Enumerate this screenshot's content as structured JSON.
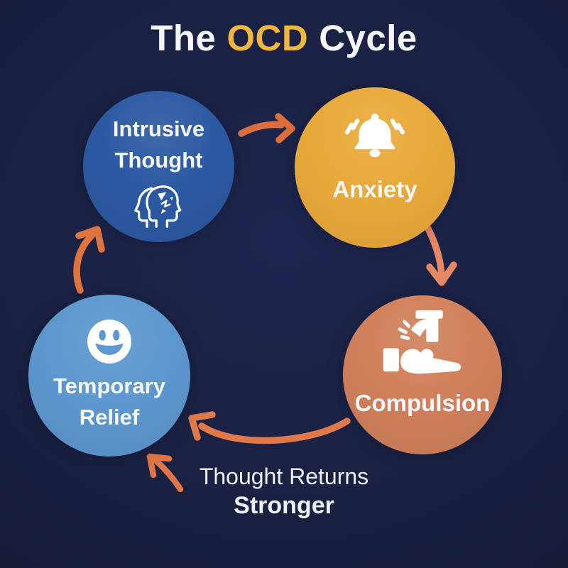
{
  "title": {
    "prefix": "The",
    "highlight": "OCD",
    "suffix": "Cycle"
  },
  "colors": {
    "background": "#1a2142",
    "title_text": "#f4f6fa",
    "title_highlight": "#f1b73d",
    "node_text": "#f5f7fb",
    "annotation_text": "#eef1f7"
  },
  "nodes": [
    {
      "id": "intrusive-thought",
      "line1": "Intrusive",
      "line2": "Thought",
      "icon": "two-heads-intrusive-thought-icon",
      "color": "#2b59a2"
    },
    {
      "id": "anxiety",
      "label": "Anxiety",
      "icon": "ringing-bell-icon",
      "color": "#e9a93a"
    },
    {
      "id": "compulsion",
      "label": "Compulsion",
      "icon": "hand-washing-icon",
      "color": "#d0805a"
    },
    {
      "id": "temporary-relief",
      "line1": "Temporary",
      "line2": "Relief",
      "icon": "smiley-face-icon",
      "color": "#5c97ce"
    }
  ],
  "arrows": [
    {
      "id": "intrusive-to-anxiety",
      "color": "#dc6e3b"
    },
    {
      "id": "anxiety-to-compulsion",
      "color": "#e58763"
    },
    {
      "id": "compulsion-to-relief",
      "color": "#e0794a"
    },
    {
      "id": "thought-returns-to-relief",
      "color": "#df7446"
    },
    {
      "id": "relief-to-intrusive",
      "color": "#e0743f"
    }
  ],
  "annotation": {
    "line1": "Thought Returns",
    "line2": "Stronger"
  }
}
